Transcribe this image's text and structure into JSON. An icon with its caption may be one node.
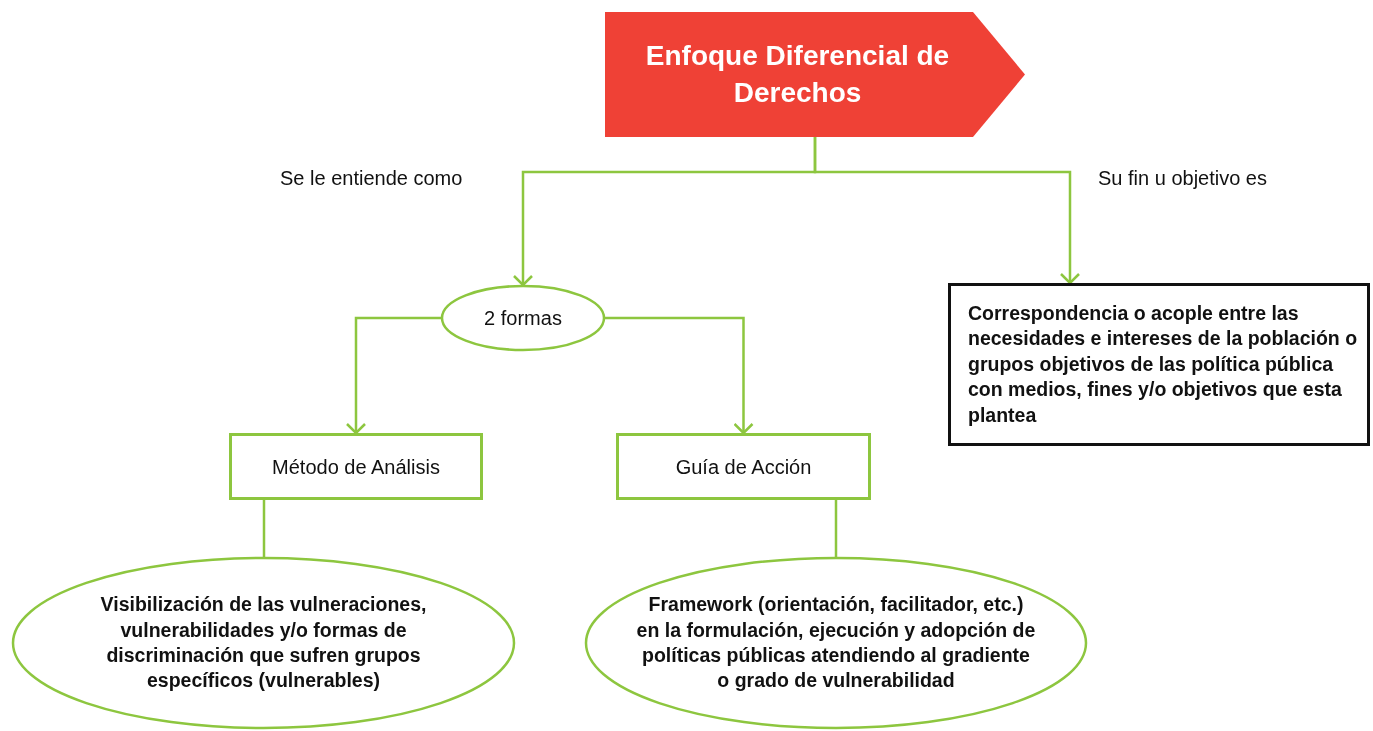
{
  "diagram": {
    "nodes": [
      {
        "text": [
          "Enfoque Diferencial de Derechos"
        ]
      },
      {
        "text": [
          "2 formas"
        ]
      },
      {
        "text": [
          "Correspondencia o acople entre las necesidades e intereses de la población o grupos objetivos de las política pública con medios, fines y/o objetivos que esta plantea"
        ]
      },
      {
        "text": [
          "Método de Análisis"
        ]
      },
      {
        "text": [
          "Guía de Acción"
        ]
      },
      {
        "text": [
          "Visibilización de las vulneraciones, vulnerabilidades y/o formas de discriminación que sufren grupos específicos (vulnerables)"
        ]
      },
      {
        "text": [
          "Framework (orientación, facilitador, etc.) en la formulación, ejecución y adopción de políticas públicas atendiendo al gradiente o grado de vulnerabilidad"
        ]
      }
    ],
    "edges": [
      {
        "from": 0,
        "to": 1,
        "arrow": "to",
        "label": "Se le entiende como"
      },
      {
        "from": 0,
        "to": 2,
        "arrow": "to",
        "label": "Su fin u objetivo es"
      },
      {
        "from": 1,
        "to": 3,
        "arrow": "to"
      },
      {
        "from": 1,
        "to": 4,
        "arrow": "to"
      },
      {
        "from": 3,
        "to": 5,
        "arrow": "none"
      },
      {
        "from": 4,
        "to": 6,
        "arrow": "none"
      }
    ]
  }
}
